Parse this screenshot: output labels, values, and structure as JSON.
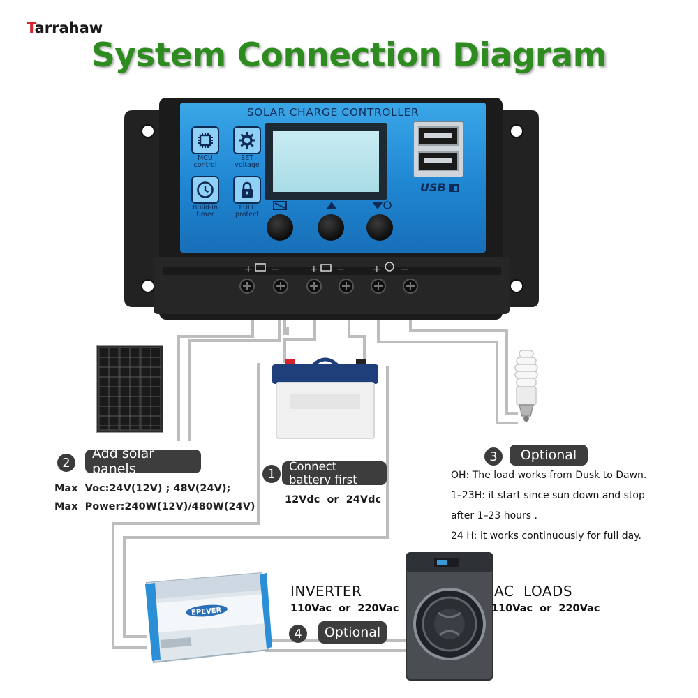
{
  "brand": {
    "first_letter": "T",
    "rest": "arrahaw"
  },
  "title": "System Connection Diagram",
  "controller": {
    "label": "SOLAR CHARGE CONTROLLER",
    "features": [
      {
        "icon": "chip-icon",
        "line1": "MCU",
        "line2": "control"
      },
      {
        "icon": "gear-icon",
        "line1": "SET",
        "line2": "voltage"
      },
      {
        "icon": "clock-icon",
        "line1": "Build-in",
        "line2": "timer"
      },
      {
        "icon": "lock-icon",
        "line1": "FULL",
        "line2": "protect"
      }
    ],
    "usb_label": "USB"
  },
  "solar": {
    "number": "2",
    "label": "Add solar panels",
    "spec_line1": "Max  Voc:24V(12V) ; 48V(24V);",
    "spec_line2": "Max  Power:240W(12V)/480W(24V)"
  },
  "battery": {
    "number": "1",
    "label": "Connect battery first",
    "voltage": "12Vdc  or  24Vdc"
  },
  "load": {
    "number": "3",
    "label": "Optional",
    "lines": [
      "OH: The load works from Dusk to Dawn.",
      "1–23H: it start since sun down and stop",
      "after 1–23 hours .",
      "24 H: it works continuously for full day."
    ]
  },
  "inverter": {
    "title": "INVERTER",
    "voltage": "110Vac  or  220Vac",
    "number": "4",
    "label": "Optional",
    "brand_text": "EPEVER"
  },
  "ac_loads": {
    "title": "AC  LOADS",
    "voltage": "110Vac  or  220Vac"
  },
  "colors": {
    "title_green": "#2e8b1f",
    "panel_blue": "#1f86d2",
    "pill_gray": "#3d3d3d",
    "wire_gray": "#bdbdbd"
  }
}
